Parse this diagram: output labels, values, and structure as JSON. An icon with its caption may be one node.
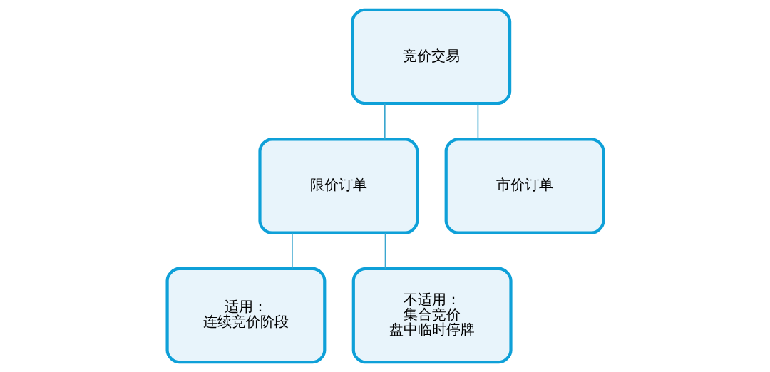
{
  "diagram": {
    "nodes": [
      {
        "text": [
          "竞价交易"
        ]
      },
      {
        "text": [
          "限价订单"
        ]
      },
      {
        "text": [
          "市价订单"
        ]
      },
      {
        "text": [
          "适用：",
          "连续竞价阶段"
        ]
      },
      {
        "text": [
          "不适用：",
          "集合竞价",
          "盘中临时停牌"
        ]
      }
    ],
    "edges": [
      {
        "from": 0,
        "to": 1,
        "arrow": "none"
      },
      {
        "from": 0,
        "to": 2,
        "arrow": "none"
      },
      {
        "from": 1,
        "to": 3,
        "arrow": "none"
      },
      {
        "from": 1,
        "to": 4,
        "arrow": "none"
      }
    ]
  }
}
